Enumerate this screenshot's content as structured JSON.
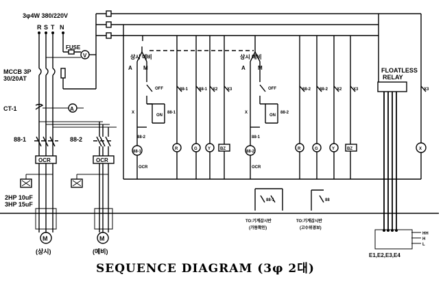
{
  "power": {
    "label": "3φ4W 380/220V",
    "phases": [
      "R",
      "S",
      "T",
      "N"
    ]
  },
  "fuse": {
    "label": "FUSE",
    "meter": "V"
  },
  "mccb": {
    "line1": "MCCB 3P",
    "line2": "30/20AT"
  },
  "ct": {
    "label": "CT-1",
    "meter": "A"
  },
  "contactors": {
    "c1": "88-1",
    "c2": "88-2"
  },
  "ocr": {
    "label": "OCR"
  },
  "capacitor": {
    "line1": "2HP 10uF",
    "line2": "3HP 15uF"
  },
  "motors": {
    "m1": {
      "symbol": "M",
      "label": "(상시)"
    },
    "m2": {
      "symbol": "M",
      "label": "(예비)"
    }
  },
  "control": {
    "selector": "상시  예비",
    "mode_a": "A",
    "mode_m": "M",
    "off": "OFF",
    "on": "ON",
    "x": "X",
    "coil1": "88-1",
    "coil2": "88-2",
    "coil_label1": "88-2",
    "coil_label2": "88-1",
    "ocr": "OCR",
    "contact_a": "88-1",
    "contact_b": "88-1",
    "contact_c": "X2",
    "contact_d": "X3",
    "contact_e": "88-2",
    "contact_f": "88-2",
    "contact_g": "X2",
    "contact_h": "X3",
    "contact_i": "X3",
    "contact_on": "88-1",
    "contact_on2": "88-2"
  },
  "lamps": {
    "r": "R",
    "g": "G",
    "y": "Y",
    "buzzer": "BZ",
    "x": "X"
  },
  "relay": {
    "line1": "FLOATLESS",
    "line2": "RELAY"
  },
  "remote": {
    "r1_contact": "88-1",
    "r1_label1": "TO:기계감시반",
    "r1_label2": "(가동확인)",
    "r2_contact": "88",
    "r2_label1": "TO:기계감시반",
    "r2_label2": "(고수위경보)"
  },
  "electrodes": {
    "label": "E1,E2,E3,E4",
    "hh": "HH",
    "h": "H",
    "l": "L"
  },
  "title": "SEQUENCE  DIAGRAM  (3φ  2대)"
}
